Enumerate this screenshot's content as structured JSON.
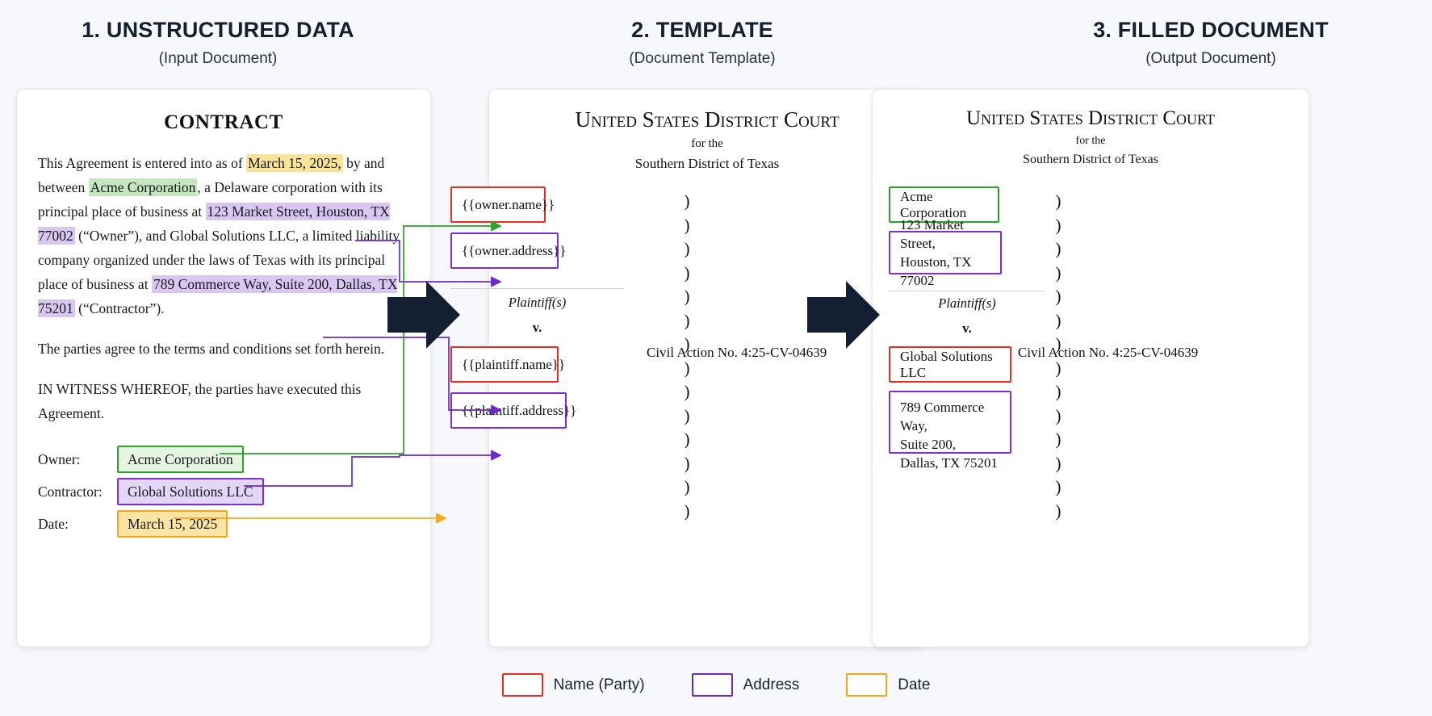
{
  "columns": [
    {
      "title": "1. UNSTRUCTURED DATA",
      "subtitle": "(Input Document)"
    },
    {
      "title": "2. TEMPLATE",
      "subtitle": "(Document Template)"
    },
    {
      "title": "3. FILLED DOCUMENT",
      "subtitle": "(Output Document)"
    }
  ],
  "contract": {
    "title": "CONTRACT",
    "para1": {
      "t1": "This Agreement is entered into as of ",
      "date": "March 15, 2025,",
      "t2": " by and between ",
      "name": "Acme Corporation",
      "t3": ", a Delaware corporation with its principal place of business at ",
      "address": "123 Market Street, Houston, TX 77002",
      "t4": " (“Owner”), and Global Solutions LLC, a limited liability company organized under the laws of Texas with its principal place of business at ",
      "address2": "789 Commerce Way, Suite 200, Dallas, TX 75201",
      "t5": " (“Contractor”)."
    },
    "para2": "The parties agree to the terms and conditions set forth herein.",
    "para3": "IN WITNESS WHEREOF, the parties have executed this Agreement.",
    "signature_rows": [
      {
        "label": "Owner:",
        "value": "Acme Corporation",
        "style": "green"
      },
      {
        "label": "Contractor:",
        "value": "Global Solutions LLC",
        "style": "purple"
      },
      {
        "label": "Date:",
        "value": "March 15, 2025",
        "style": "orange"
      }
    ]
  },
  "template_doc": {
    "court": "United States District Court",
    "for_the": "for the",
    "district": "Southern District of Texas",
    "plaintiff_label": "Plaintiff(s)",
    "versus": "v.",
    "civil_action": "Civil Action No. 4:25-CV-04639",
    "parens": ")\n)\n)\n)\n)\n)\n)\n)\n)\n)\n)\n)\n)\n)",
    "fields": [
      {
        "value": "{{owner.name}}",
        "style": "red"
      },
      {
        "value": "{{owner.address}}",
        "style": "purple"
      },
      {
        "value": "{{plaintiff.name}}",
        "style": "red"
      },
      {
        "value": "{{plaintiff.address}}",
        "style": "purple"
      }
    ]
  },
  "filled_doc": {
    "court": "United States District Court",
    "for_the": "for the",
    "district": "Southern District of Texas",
    "plaintiff_label": "Plaintiff(s)",
    "versus": "v.",
    "civil_action": "Civil Action No. 4:25-CV-04639",
    "parens": ")\n)\n)\n)\n)\n)\n)\n)\n)\n)\n)\n)\n)\n)",
    "fields": [
      {
        "value": "Acme Corporation",
        "style": "green"
      },
      {
        "value": "123 Market Street,\nHouston, TX 77002",
        "style": "purple"
      },
      {
        "value": "Global Solutions LLC",
        "style": "red"
      },
      {
        "value": "789 Commerce Way,\nSuite 200,\nDallas, TX 75201",
        "style": "purple"
      }
    ]
  },
  "legend": [
    {
      "label": "Name (Party)",
      "color": "#ee2b20"
    },
    {
      "label": "Address",
      "color": "#6d28c9"
    },
    {
      "label": "Date",
      "color": "#f3a71c"
    }
  ],
  "colors": {
    "name_red": "#ee2b20",
    "address_purple": "#6d28c9",
    "date_orange": "#f3a71c",
    "name_green": "#2aa22a",
    "background": "#f7f8fc",
    "arrow_black": "#142031"
  }
}
